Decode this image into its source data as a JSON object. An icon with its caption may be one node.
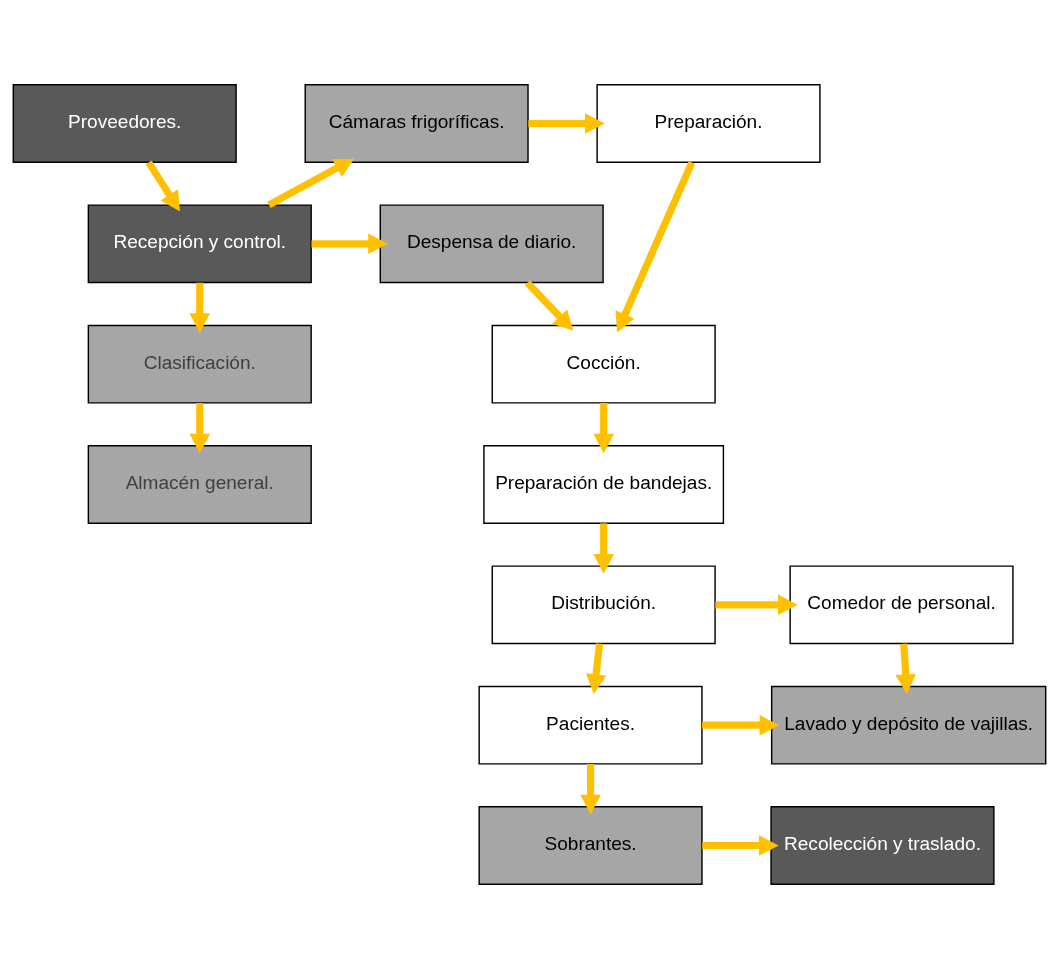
{
  "diagram": {
    "nodes": [
      {
        "text": [
          "Proveedores."
        ]
      },
      {
        "text": [
          "Recepción y control."
        ]
      },
      {
        "text": [
          "Clasificación."
        ]
      },
      {
        "text": [
          "Almacén general."
        ]
      },
      {
        "text": [
          "Cámaras frigoríficas."
        ]
      },
      {
        "text": [
          "Despensa de diario."
        ]
      },
      {
        "text": [
          "Preparación."
        ]
      },
      {
        "text": [
          "Cocción."
        ]
      },
      {
        "text": [
          "Preparación de bandejas."
        ]
      },
      {
        "text": [
          "Distribución."
        ]
      },
      {
        "text": [
          "Comedor de personal."
        ]
      },
      {
        "text": [
          "Pacientes."
        ]
      },
      {
        "text": [
          "Lavado y depósito de vajillas."
        ]
      },
      {
        "text": [
          "Sobrantes."
        ]
      },
      {
        "text": [
          "Recolección y traslado."
        ]
      }
    ],
    "edges": [
      {
        "from": 0,
        "to": 1,
        "arrow": "to"
      },
      {
        "from": 1,
        "to": 2,
        "arrow": "to"
      },
      {
        "from": 2,
        "to": 3,
        "arrow": "to"
      },
      {
        "from": 1,
        "to": 4,
        "arrow": "to"
      },
      {
        "from": 1,
        "to": 5,
        "arrow": "to"
      },
      {
        "from": 4,
        "to": 6,
        "arrow": "to"
      },
      {
        "from": 5,
        "to": 7,
        "arrow": "to"
      },
      {
        "from": 6,
        "to": 7,
        "arrow": "to"
      },
      {
        "from": 7,
        "to": 8,
        "arrow": "to"
      },
      {
        "from": 8,
        "to": 9,
        "arrow": "to"
      },
      {
        "from": 9,
        "to": 10,
        "arrow": "to"
      },
      {
        "from": 9,
        "to": 11,
        "arrow": "to"
      },
      {
        "from": 10,
        "to": 12,
        "arrow": "to"
      },
      {
        "from": 11,
        "to": 12,
        "arrow": "to"
      },
      {
        "from": 11,
        "to": 13,
        "arrow": "to"
      },
      {
        "from": 13,
        "to": 14,
        "arrow": "to"
      }
    ]
  }
}
